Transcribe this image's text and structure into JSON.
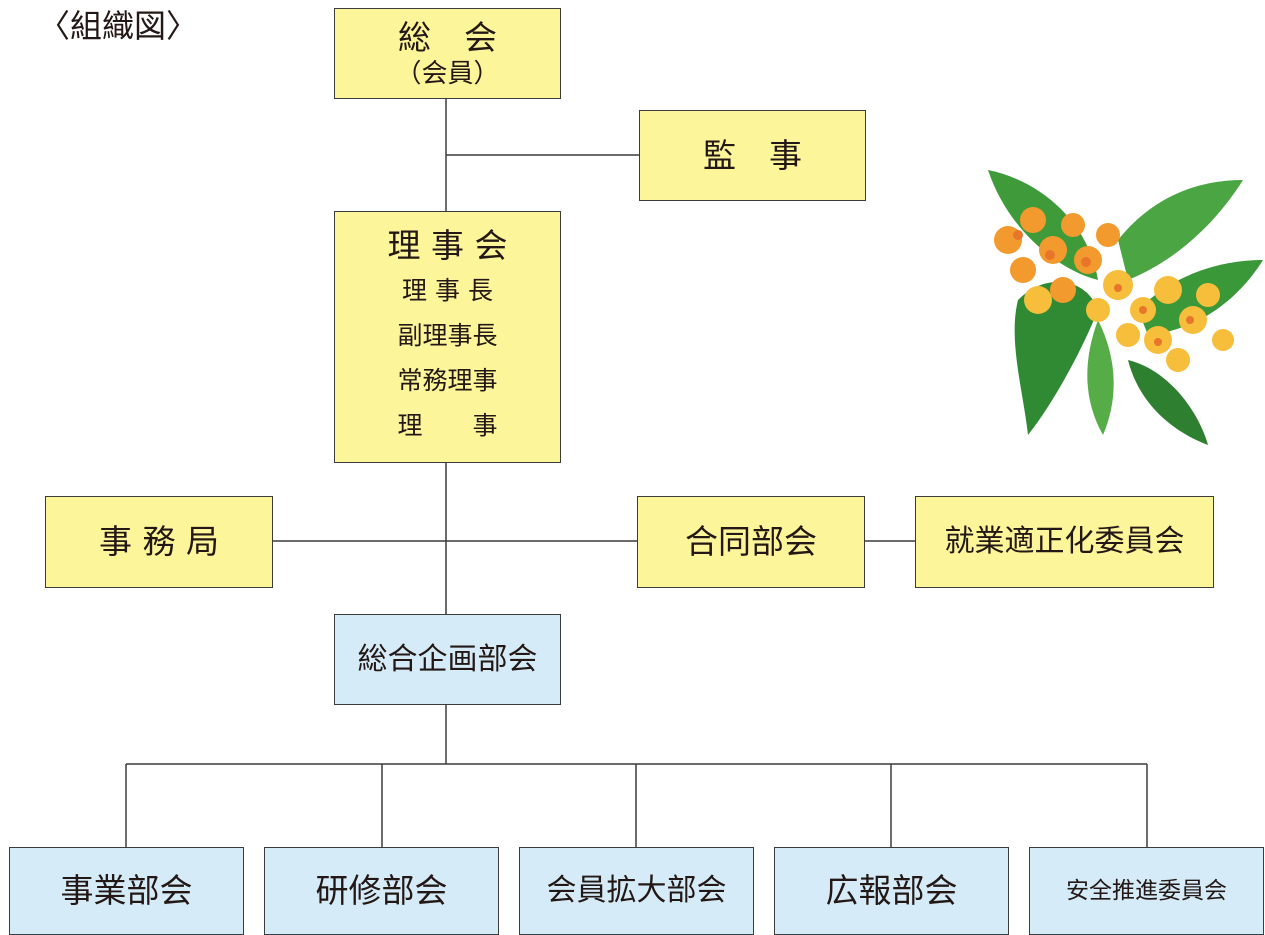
{
  "title": "〈組織図〉",
  "nodes": {
    "general_assembly": {
      "line1": "総　会",
      "line2": "（会員）"
    },
    "auditor": "監　事",
    "board": {
      "heading": "理 事 会",
      "roles": [
        "理 事 長",
        "副理事長",
        "常務理事",
        "理　　事"
      ]
    },
    "secretariat": "事 務 局",
    "joint_committee": "合同部会",
    "employment_committee": "就業適正化委員会",
    "planning": "総合企画部会",
    "departments": [
      "事業部会",
      "研修部会",
      "会員拡大部会",
      "広報部会",
      "安全推進委員会"
    ]
  },
  "colors": {
    "upper_box": "#fcf59a",
    "lower_box": "#d5ecf8",
    "line": "#3c3c3c"
  },
  "decoration": "osmanthus-flower-illustration"
}
